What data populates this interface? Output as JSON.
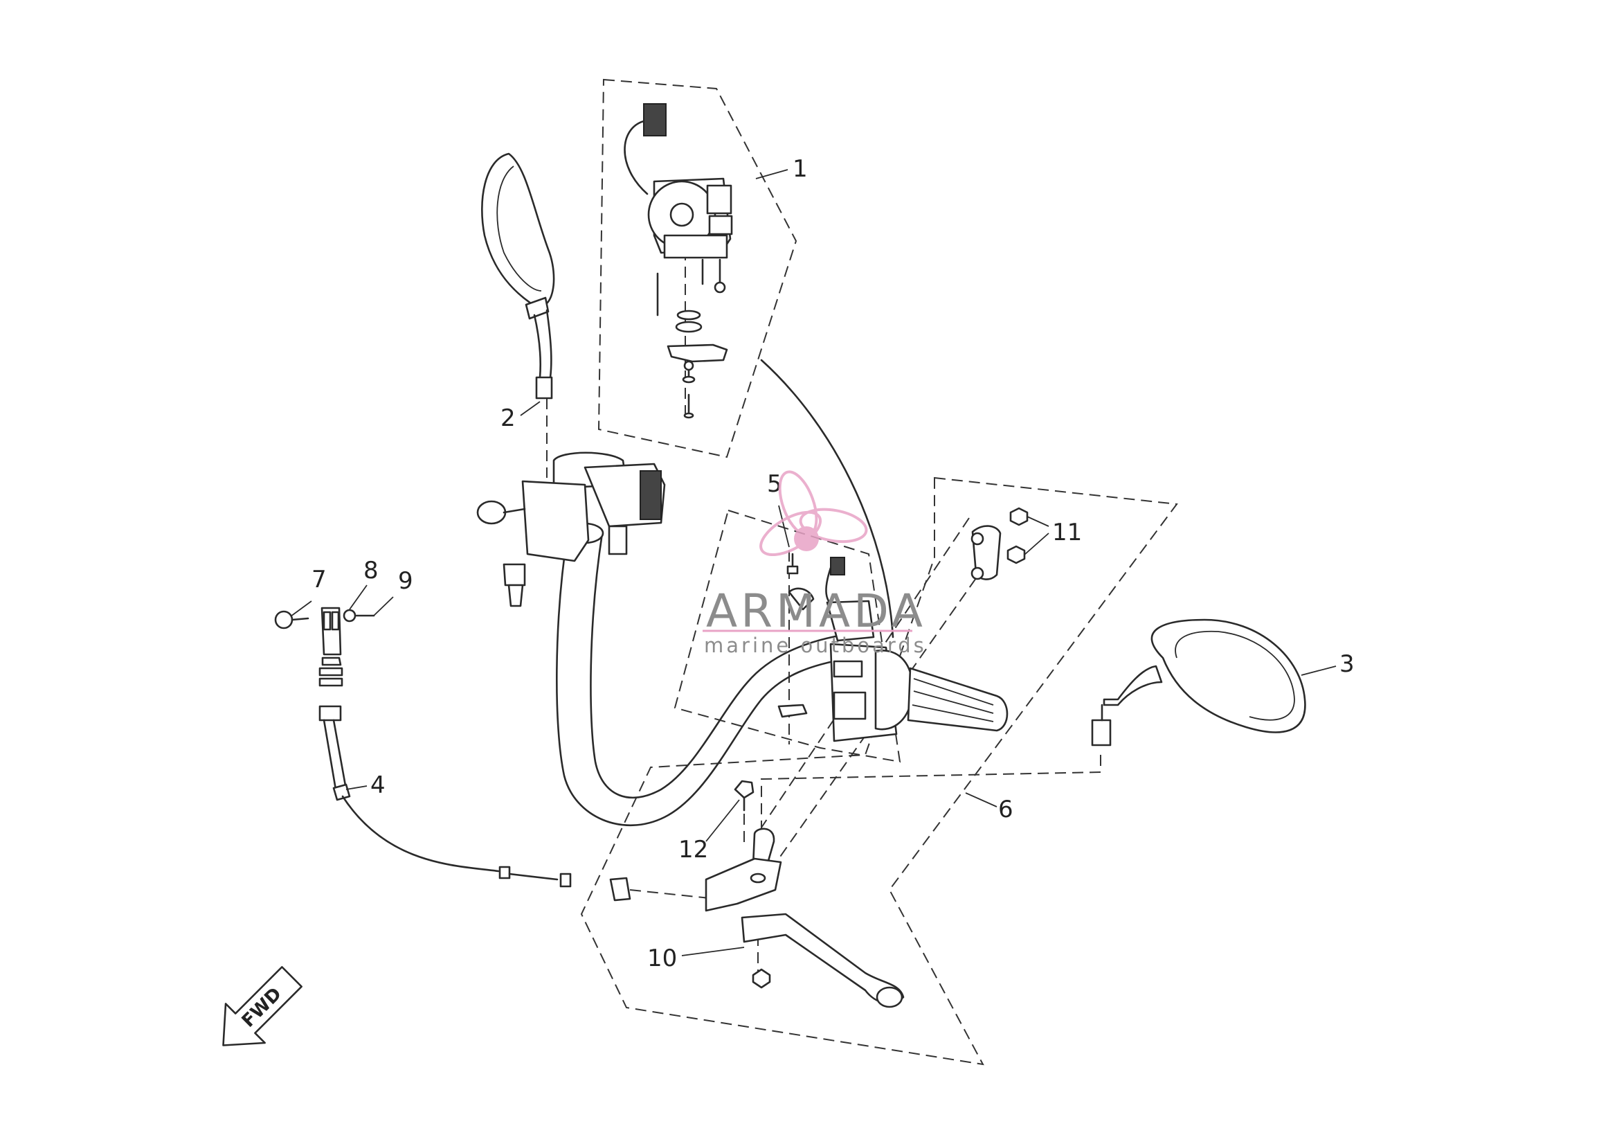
{
  "diagram": {
    "callouts": [
      {
        "id": "1",
        "text": "1"
      },
      {
        "id": "2",
        "text": "2"
      },
      {
        "id": "3",
        "text": "3"
      },
      {
        "id": "4",
        "text": "4"
      },
      {
        "id": "5",
        "text": "5"
      },
      {
        "id": "6",
        "text": "6"
      },
      {
        "id": "7",
        "text": "7"
      },
      {
        "id": "8",
        "text": "8"
      },
      {
        "id": "9",
        "text": "9"
      },
      {
        "id": "10",
        "text": "10"
      },
      {
        "id": "11",
        "text": "11"
      },
      {
        "id": "12",
        "text": "12"
      }
    ],
    "direction_badge": {
      "text": "FWD",
      "icon": "forward-arrow-icon"
    }
  },
  "watermark": {
    "brand": "ARMADA",
    "tagline": "marine outboards",
    "logo_icon": "propeller-icon",
    "accent": "#e8a3c6",
    "text_color": "#8c8c8c"
  },
  "colors": {
    "line": "#2a2a2a",
    "background": "#ffffff"
  }
}
